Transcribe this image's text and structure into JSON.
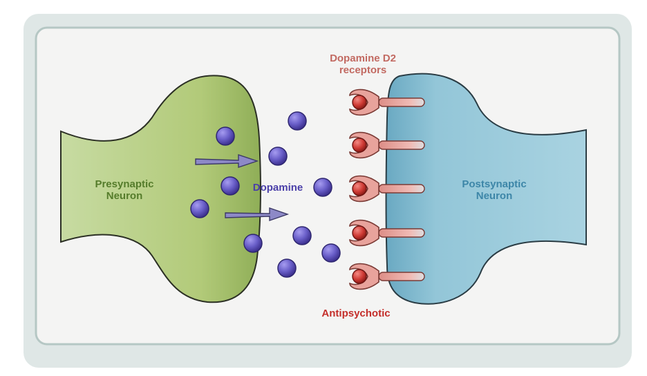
{
  "labels": {
    "presynaptic": [
      "Presynaptic",
      "Neuron"
    ],
    "postsynaptic": [
      "Postsynaptic",
      "Neuron"
    ],
    "dopamine": "Dopamine",
    "receptors": [
      "Dopamine D2",
      "receptors"
    ],
    "antipsychotic": "Antipsychotic"
  },
  "colors": {
    "frame_outer": "#dfe7e6",
    "frame_inner": "#f4f4f3",
    "presynaptic_fill": "#b4cc7c",
    "presynaptic_stroke": "#2b2f24",
    "postsynaptic_fill": "#8fc3d6",
    "dopamine_fill": "#6a5fc9",
    "receptor_fill": "#e8a39c",
    "antipsychotic_fill": "#cf3b35",
    "arrow_fill": "#8d89c7"
  },
  "icons": {
    "dopamine_molecule": "circle",
    "release_arrow": "arrow-right",
    "d2_receptor": "receptor-cup",
    "antipsychotic_molecule": "circle"
  }
}
